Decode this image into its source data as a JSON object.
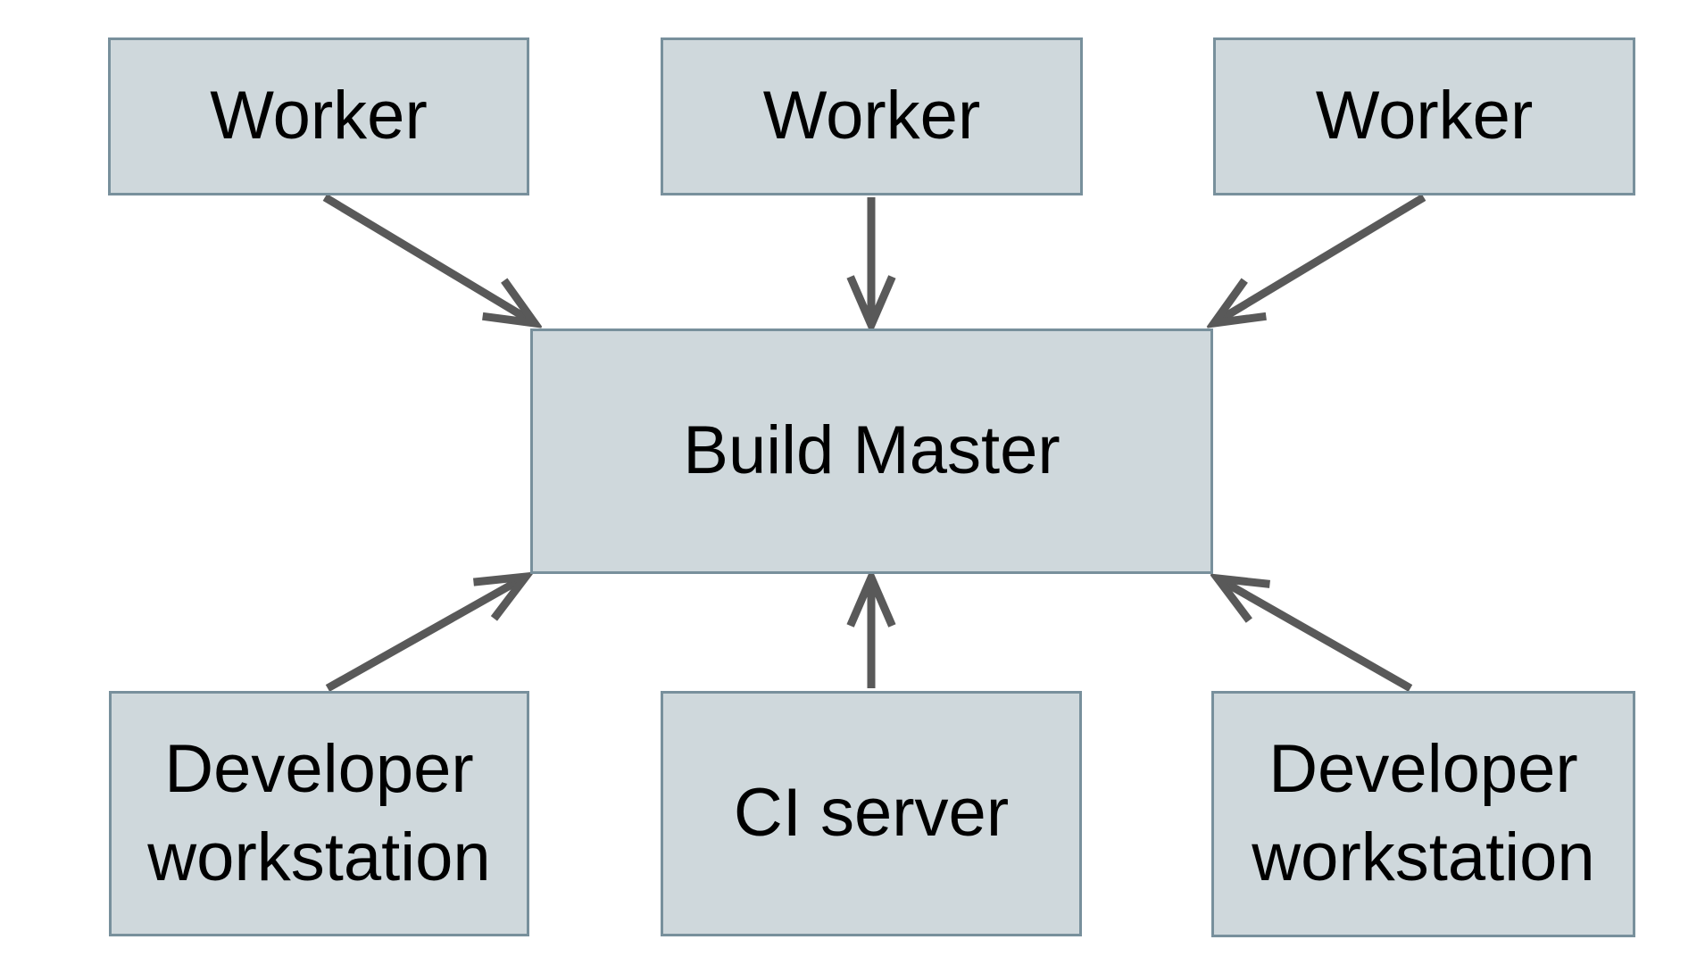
{
  "colors": {
    "box_fill": "#cfd8dc",
    "box_border": "#78909c",
    "arrow": "#595959",
    "background": "#ffffff",
    "text": "#000000"
  },
  "nodes": {
    "worker_top_left": {
      "label": "Worker"
    },
    "worker_top_center": {
      "label": "Worker"
    },
    "worker_top_right": {
      "label": "Worker"
    },
    "build_master": {
      "label": "Build Master"
    },
    "developer_workstation_left": {
      "label": "Developer workstation"
    },
    "ci_server": {
      "label": "CI server"
    },
    "developer_workstation_right": {
      "label": "Developer workstation"
    }
  },
  "edges": [
    {
      "from": "worker_top_left",
      "to": "build_master"
    },
    {
      "from": "worker_top_center",
      "to": "build_master"
    },
    {
      "from": "worker_top_right",
      "to": "build_master"
    },
    {
      "from": "developer_workstation_left",
      "to": "build_master"
    },
    {
      "from": "ci_server",
      "to": "build_master"
    },
    {
      "from": "developer_workstation_right",
      "to": "build_master"
    }
  ]
}
